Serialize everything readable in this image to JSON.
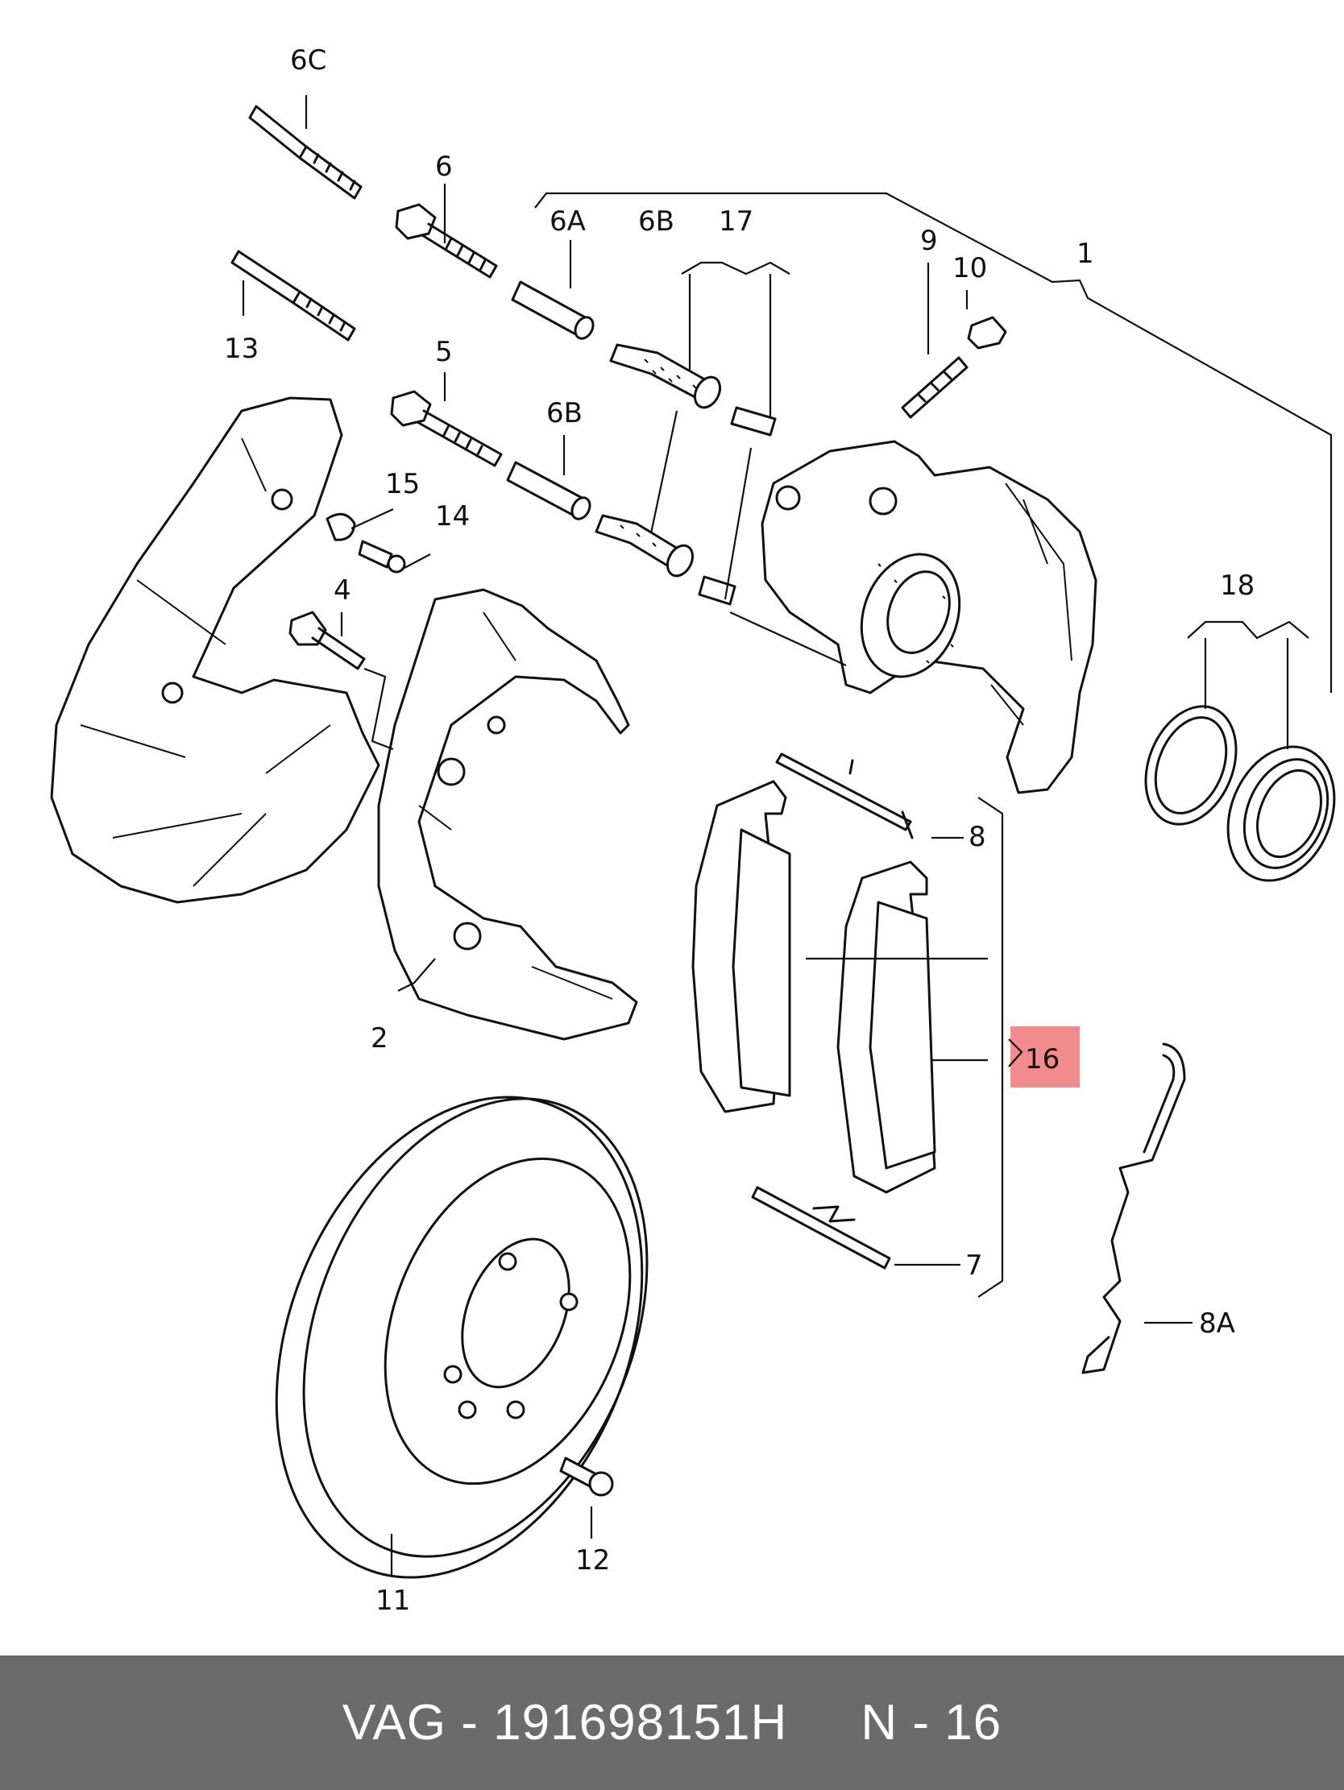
{
  "callouts": {
    "c1": "1",
    "c2": "2",
    "c4": "4",
    "c5": "5",
    "c6": "6",
    "c6A": "6A",
    "c6B_top": "6B",
    "c6B_mid": "6B",
    "c6C": "6C",
    "c7": "7",
    "c8": "8",
    "c8A": "8A",
    "c9": "9",
    "c10": "10",
    "c11": "11",
    "c12": "12",
    "c13": "13",
    "c14": "14",
    "c15": "15",
    "c16": "16",
    "c17": "17",
    "c18": "18"
  },
  "highlight_color": "#f28b8b",
  "footer": {
    "brand": "VAG",
    "part_number": "191698151H",
    "position": "N - 16",
    "text": "VAG - 191698151H     N - 16"
  }
}
